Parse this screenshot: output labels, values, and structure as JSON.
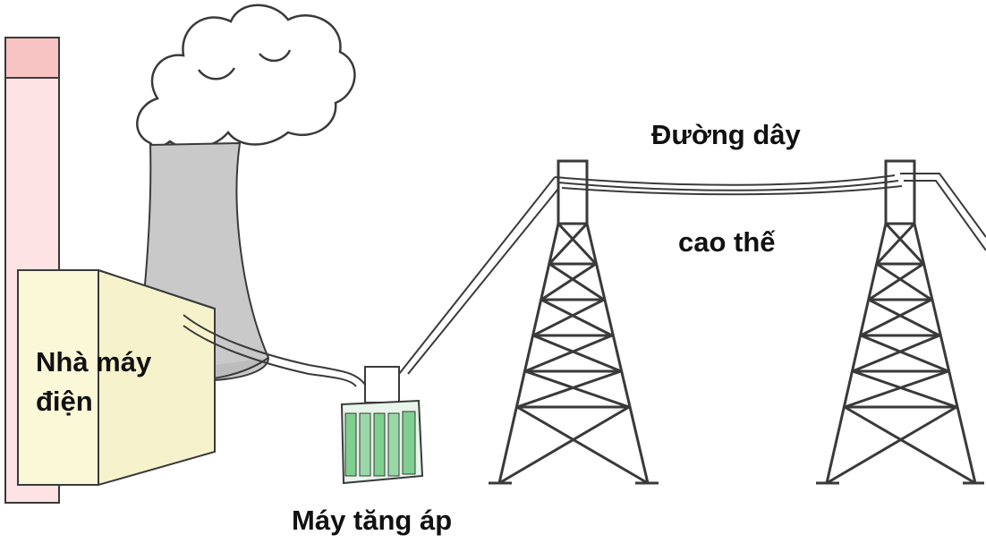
{
  "labels": {
    "plant_line1": "Nhà máy",
    "plant_line2": "điện",
    "transformer": "Máy tăng áp",
    "line_line1": "Đường dây",
    "line_line2": "cao thế"
  },
  "colors": {
    "chimney": "#fde3e3",
    "chimney_top": "#f7c3c3",
    "tower_gray": "#c9c9c9",
    "building_front": "#fbf8d8",
    "building_side": "#f6f3cc",
    "transformer_green": "#7fcf8f",
    "outline": "#3a3a3a",
    "text": "#111111"
  },
  "icons": [
    "chimney-icon",
    "cooling-tower-icon",
    "smoke-cloud-icon",
    "building-icon",
    "transformer-icon",
    "pylon-icon"
  ]
}
